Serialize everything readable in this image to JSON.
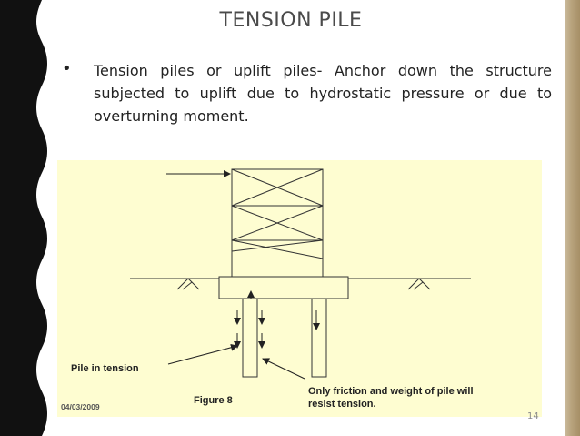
{
  "slide": {
    "title": "TENSION PILE",
    "bullet_marker": "•",
    "bullet_text": "Tension piles or uplift piles- Anchor down the structure subjected to uplift due to hydrostatic pressure or due to overturning moment.",
    "slide_number": "14"
  },
  "figure": {
    "label_pile_tension": "Pile in tension",
    "caption": "Figure 8",
    "date": "04/03/2009",
    "note_line1": "Only friction and weight of pile  will",
    "note_line2": "resist tension."
  },
  "colors": {
    "figure_background": "#fefdd1",
    "left_strip": "#111111",
    "right_strip": "#b8a37d"
  }
}
